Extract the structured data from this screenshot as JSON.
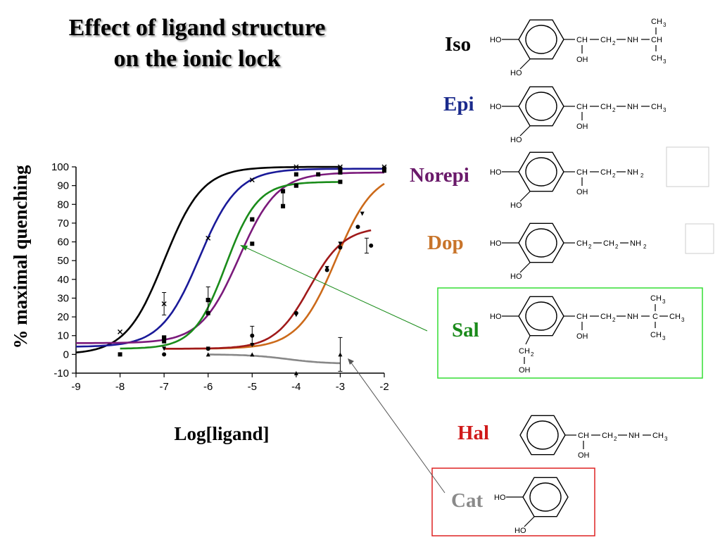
{
  "title_line1": "Effect of ligand structure",
  "title_line2": "on the ionic lock",
  "chart_data": {
    "type": "line",
    "xlabel": "Log[ligand]",
    "ylabel": "% maximal quenching",
    "xlim": [
      -9,
      -2
    ],
    "ylim": [
      -10,
      100
    ],
    "xticks": [
      "-9",
      "-8",
      "-7",
      "-6",
      "-5",
      "-4",
      "-3",
      "-2"
    ],
    "yticks": [
      "-10",
      "0",
      "10",
      "20",
      "30",
      "40",
      "50",
      "60",
      "70",
      "80",
      "90",
      "100"
    ],
    "series": [
      {
        "name": "Iso",
        "color": "#000000",
        "fit": {
          "bottom": 0,
          "top": 100,
          "ec50": -7.0,
          "hill": 1.0,
          "x0": -9,
          "x1": -3
        },
        "points": [
          [
            -8,
            12
          ],
          [
            -7,
            27
          ],
          [
            -6,
            62
          ],
          [
            -5,
            93
          ],
          [
            -4,
            100
          ],
          [
            -3,
            100
          ],
          [
            -2,
            100
          ]
        ]
      },
      {
        "name": "Epi",
        "color": "#1a1a99",
        "fit": {
          "bottom": 4,
          "top": 99,
          "ec50": -6.2,
          "hill": 1.0,
          "x0": -9,
          "x1": -2
        },
        "points": [
          [
            -7,
            9
          ],
          [
            -6,
            29
          ],
          [
            -5,
            72
          ],
          [
            -4,
            96
          ],
          [
            -3,
            99
          ],
          [
            -2,
            99
          ]
        ]
      },
      {
        "name": "Norepi",
        "color": "#7b1a7b",
        "fit": {
          "bottom": 6,
          "top": 97,
          "ec50": -5.3,
          "hill": 1.0,
          "x0": -9,
          "x1": -2
        },
        "points": [
          [
            -7,
            7
          ],
          [
            -6,
            22
          ],
          [
            -5,
            59
          ],
          [
            -4.3,
            87
          ],
          [
            -4,
            90
          ],
          [
            -3,
            97
          ],
          [
            -2,
            98
          ]
        ]
      },
      {
        "name": "Dop",
        "color": "#cc6a1a",
        "fit": {
          "bottom": 3,
          "top": 98,
          "ec50": -3.1,
          "hill": 1.0,
          "x0": -7,
          "x1": -2
        },
        "points": [
          [
            -7,
            3
          ],
          [
            -6,
            3
          ],
          [
            -5,
            5
          ],
          [
            -4,
            21
          ],
          [
            -3.3,
            46
          ],
          [
            -3,
            59
          ],
          [
            -2.5,
            75
          ],
          [
            -2,
            99
          ]
        ]
      },
      {
        "name": "Sal",
        "color": "#1a8c1a",
        "fit": {
          "bottom": 3,
          "top": 92,
          "ec50": -5.6,
          "hill": 1.2,
          "x0": -8,
          "x1": -3
        },
        "points": [
          [
            -8,
            0
          ],
          [
            -7,
            9
          ],
          [
            -6,
            29
          ],
          [
            -5,
            72
          ],
          [
            -4.3,
            79
          ],
          [
            -4,
            90
          ],
          [
            -3.5,
            96
          ],
          [
            -3,
            92
          ]
        ]
      },
      {
        "name": "Hal",
        "color": "#a01a1a",
        "fit": {
          "bottom": 3,
          "top": 68,
          "ec50": -3.7,
          "hill": 1.1,
          "x0": -7,
          "x1": -2.3
        },
        "points": [
          [
            -7,
            0
          ],
          [
            -6,
            3
          ],
          [
            -5,
            10
          ],
          [
            -4,
            22
          ],
          [
            -3.3,
            45
          ],
          [
            -3,
            57
          ],
          [
            -2.6,
            68
          ],
          [
            -2.3,
            58
          ]
        ]
      },
      {
        "name": "Cat",
        "color": "#888888",
        "fit": {
          "bottom": 0,
          "top": -5,
          "ec50": -4.2,
          "hill": 1.0,
          "x0": -6,
          "x1": -3
        },
        "points": [
          [
            -6,
            0
          ],
          [
            -5,
            0
          ],
          [
            -4,
            -10
          ],
          [
            -3,
            0
          ]
        ]
      }
    ]
  },
  "ligands": [
    {
      "name": "Iso",
      "color": "#000000",
      "substituent": "CH—CH2—NH—CH(CH3)2",
      "side": "OH"
    },
    {
      "name": "Epi",
      "color": "#1a2a8c",
      "substituent": "CH—CH2—NH—CH3",
      "side": "OH"
    },
    {
      "name": "Norepi",
      "color": "#6a1a6a",
      "substituent": "CH—CH2—NH2",
      "side": "OH"
    },
    {
      "name": "Dop",
      "color": "#c8742a",
      "substituent": "CH2—CH2—NH2",
      "side": ""
    },
    {
      "name": "Sal",
      "color": "#1a8a1a",
      "substituent": "CH—CH2—NH—C(CH3)3",
      "side": "OH"
    },
    {
      "name": "Hal",
      "color": "#d01a1a",
      "substituent": "CH—CH2—NH—CH3",
      "side": "OH"
    },
    {
      "name": "Cat",
      "color": "#8a8a8a",
      "substituent": "",
      "side": ""
    }
  ],
  "chem_labels": {
    "ho": "HO",
    "oh": "OH",
    "ch": "CH",
    "ch2": "CH",
    "sub2": "2",
    "nh": "NH",
    "nh2": "NH",
    "ch3": "CH",
    "sub3": "3",
    "c": "C",
    "ch2oh_ch": "CH"
  },
  "highlight_colors": {
    "sal_box": "#33dd33",
    "cat_box": "#dd2222"
  }
}
